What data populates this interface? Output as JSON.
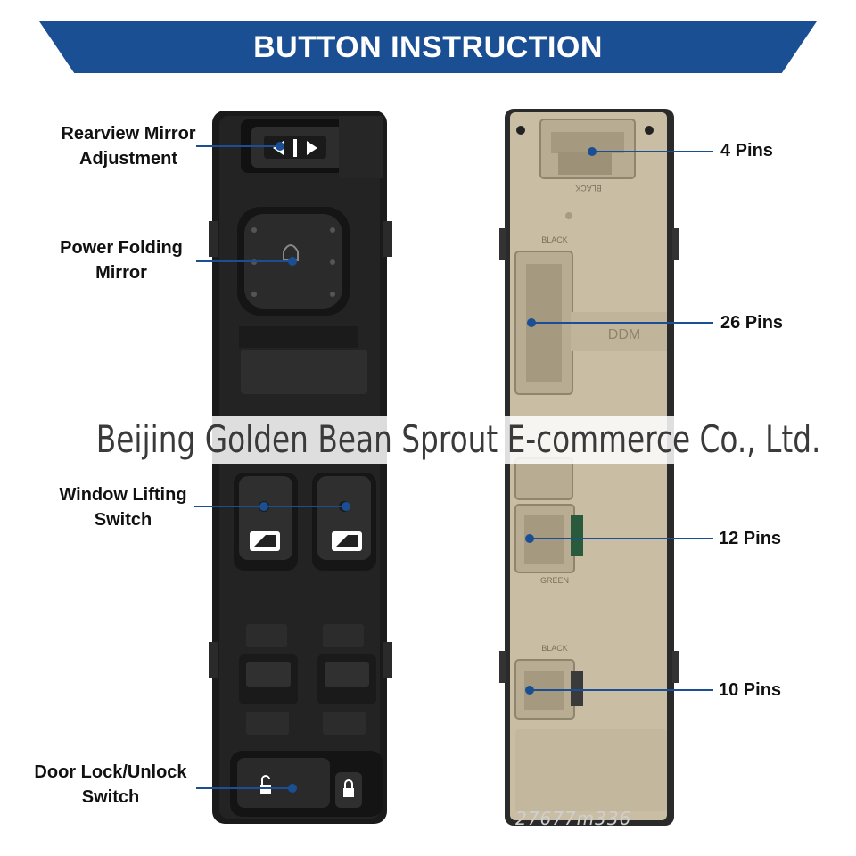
{
  "banner": {
    "title": "BUTTON INSTRUCTION"
  },
  "left_labels": {
    "rearview_mirror": [
      "Rearview Mirror",
      "Adjustment"
    ],
    "power_folding": [
      "Power Folding",
      "Mirror"
    ],
    "window_lifting": [
      "Window Lifting",
      "Switch"
    ],
    "door_lock": [
      "Door Lock/Unlock",
      "Switch"
    ]
  },
  "right_labels": {
    "pins_4": "4 Pins",
    "pins_26": "26 Pins",
    "pins_12": "12 Pins",
    "pins_10": "10 Pins"
  },
  "connector_text": {
    "black_top": "BLACK",
    "black_26": "BLACK",
    "ddm": "DDM",
    "green": "GREEN",
    "black_10": "BLACK"
  },
  "watermark": "Beijing Golden Bean Sprout E-commerce Co., Ltd.",
  "serial_partial": "27677m336",
  "colors": {
    "banner": "#1b4f93",
    "leader_line": "#1b4f93",
    "switch_body": "#1e1e1e",
    "back_housing": "#c9bea4"
  }
}
